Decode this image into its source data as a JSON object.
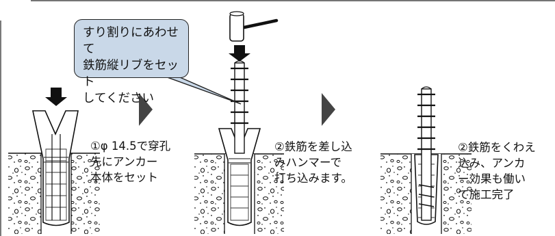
{
  "callout": {
    "text": "すり割りにあわせて\n鉄筋縦リブをセット\nしてください"
  },
  "steps": [
    {
      "caption": "①φ 14.5で穿孔\n先にアンカー\n本体をセット"
    },
    {
      "caption": "②鉄筋を差し込\nみハンマーで\n打ち込みます。"
    },
    {
      "caption": "②鉄筋をくわえ\n込み、アンカ\nー効果も働い\nて施工完了"
    }
  ]
}
